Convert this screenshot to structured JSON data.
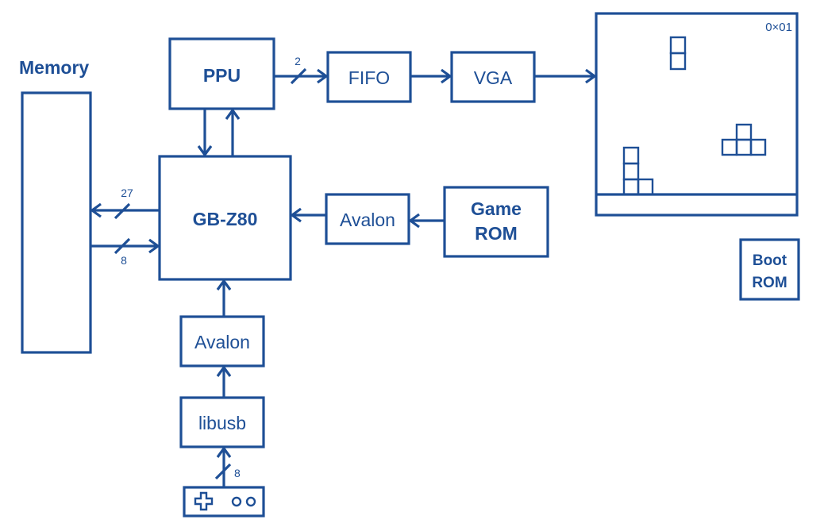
{
  "color": "#1e4f96",
  "labels": {
    "memory": "Memory",
    "ppu": "PPU",
    "fifo": "FIFO",
    "vga": "VGA",
    "cpu": "GB-Z80",
    "avalon_game": "Avalon",
    "game_rom_line1": "Game",
    "game_rom_line2": "ROM",
    "avalon_usb": "Avalon",
    "libusb": "libusb",
    "boot_rom_line1": "Boot",
    "boot_rom_line2": "ROM",
    "screen_score": "0×01"
  },
  "bus_widths": {
    "ppu_to_fifo": "2",
    "cpu_to_memory": "27",
    "memory_to_cpu": "8",
    "controller_to_libusb": "8"
  },
  "icons": {
    "controller": "gamepad-icon",
    "dpad": "dpad-icon",
    "buttons": "ab-buttons-icon"
  }
}
